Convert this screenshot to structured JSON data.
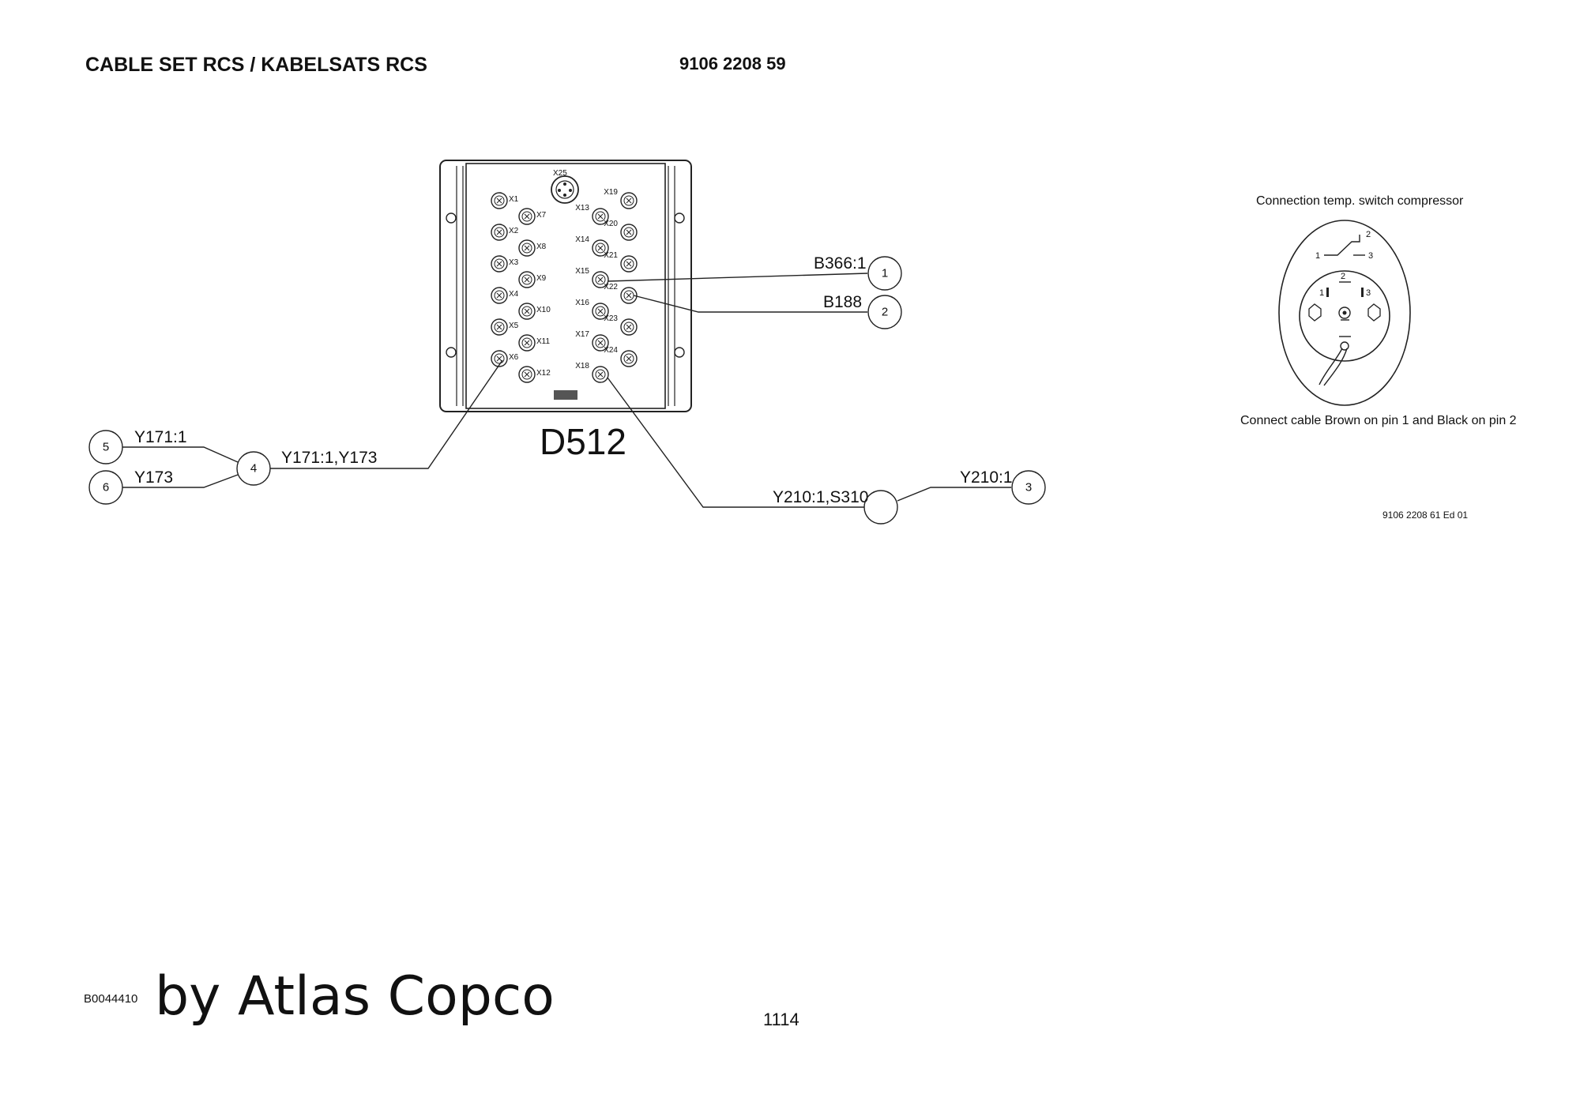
{
  "header": {
    "title": "CABLE SET RCS / KABELSATS RCS",
    "part_number": "9106 2208 59"
  },
  "module": {
    "name": "D512",
    "top_connector": "X25",
    "ports_left_outer": [
      "X1",
      "X2",
      "X3",
      "X4",
      "X5",
      "X6"
    ],
    "ports_left_inner": [
      "X7",
      "X8",
      "X9",
      "X10",
      "X11",
      "X12"
    ],
    "ports_right_inner": [
      "X13",
      "X14",
      "X15",
      "X16",
      "X17",
      "X18"
    ],
    "ports_right_outer": [
      "X19",
      "X20",
      "X21",
      "X22",
      "X23",
      "X24"
    ]
  },
  "connections": {
    "b366_label": "B366:1",
    "b366_bubble": "1",
    "b188_label": "B188",
    "b188_bubble": "2",
    "y171y173_label": "Y171:1,Y173",
    "y171y173_bubble": "4",
    "y171_label": "Y171:1",
    "y171_bubble": "5",
    "y173_label": "Y173",
    "y173_bubble": "6",
    "y210s310_label": "Y210:1,S310",
    "y210_label": "Y210:1",
    "y210_bubble": "3"
  },
  "detail": {
    "title": "Connection temp. switch compressor",
    "note": "Connect cable Brown on pin 1 and Black on pin 2",
    "pin1": "1",
    "pin2": "2",
    "pin3": "3",
    "ref": "9106 2208 61 Ed 01"
  },
  "footer": {
    "code": "B0044410",
    "by": "by Atlas Copco",
    "page": "1114"
  }
}
